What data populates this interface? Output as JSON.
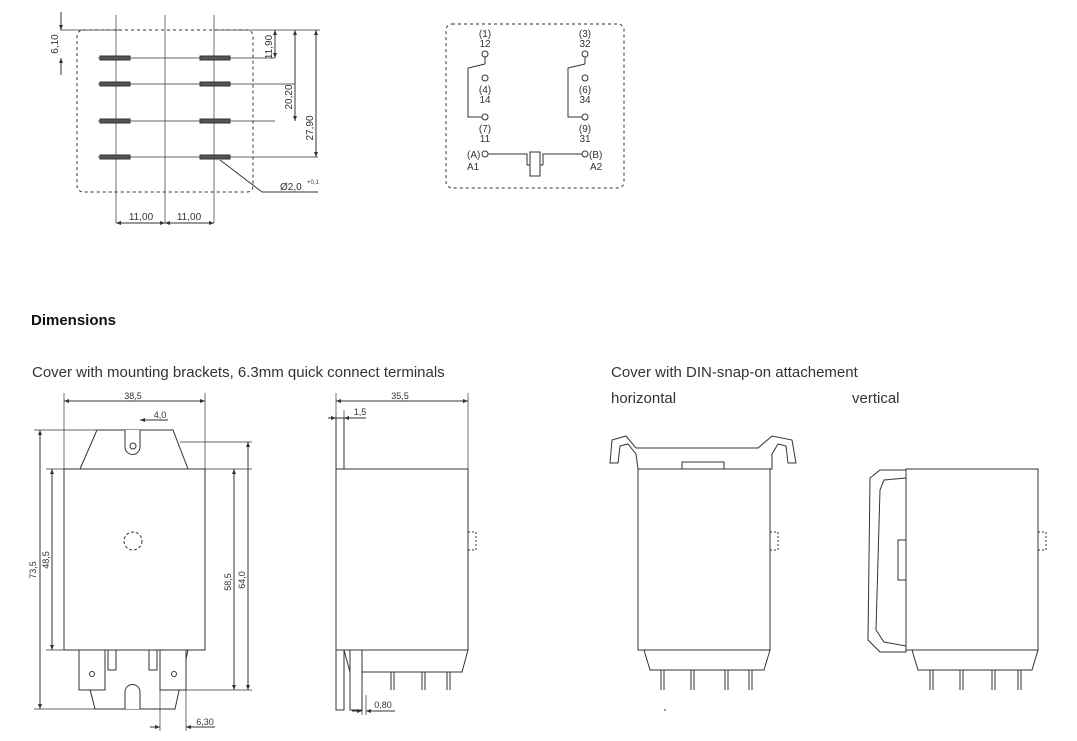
{
  "section_title": "Dimensions",
  "captions": {
    "cover_brackets": "Cover with mounting brackets, 6.3mm quick connect terminals",
    "din_snap": "Cover with DIN-snap-on attachement",
    "horizontal": "horizontal",
    "vertical": "vertical"
  },
  "pcb_layout": {
    "dims": {
      "d1": "6,10",
      "d2": "11,90",
      "d3": "20,20",
      "d4": "27,90",
      "d5": "11,00",
      "d6": "11,00",
      "hole": "Ø2,0",
      "hole_tol": "+0,1"
    }
  },
  "schematic": {
    "pins": {
      "p1": "(1)",
      "p12": "12",
      "p3": "(3)",
      "p32": "32",
      "p4": "(4)",
      "p14": "14",
      "p6": "(6)",
      "p34": "34",
      "p7": "(7)",
      "p11": "11",
      "p9": "(9)",
      "p31": "31",
      "pA": "(A)",
      "pA1": "A1",
      "pB": "(B)",
      "pA2": "A2"
    }
  },
  "cover_dims": {
    "w1": "38,5",
    "w2": "4,0",
    "h1": "73,5",
    "h2": "48,5",
    "h3": "58,5",
    "h4": "64,0",
    "b1": "6,30",
    "s1": "35,5",
    "s2": "1,5",
    "s3": "0,80"
  }
}
